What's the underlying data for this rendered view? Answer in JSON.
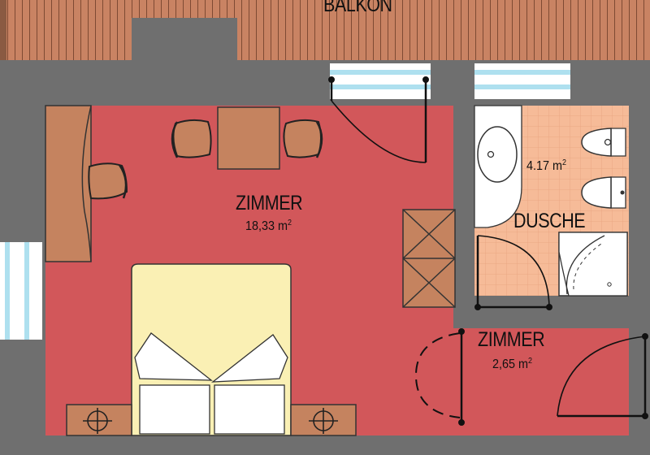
{
  "plan": {
    "balcony": {
      "label": "BALKON"
    },
    "rooms": [
      {
        "name": "ZIMMER",
        "area": "18,33",
        "unit": "m",
        "unit_exp": "2"
      },
      {
        "name": "DUSCHE",
        "area": "4.17",
        "unit": "m",
        "unit_exp": "2"
      },
      {
        "name": "ZIMMER",
        "area": "2,65",
        "unit": "m",
        "unit_exp": "2"
      }
    ]
  },
  "colors": {
    "wall": "#6f6f6f",
    "room": "#d2575a",
    "bathroom": "#f6bb98",
    "decking": "#c98363",
    "furniture": "#c5835f",
    "bed": "#faf0b4",
    "window": "#aee0ef"
  }
}
